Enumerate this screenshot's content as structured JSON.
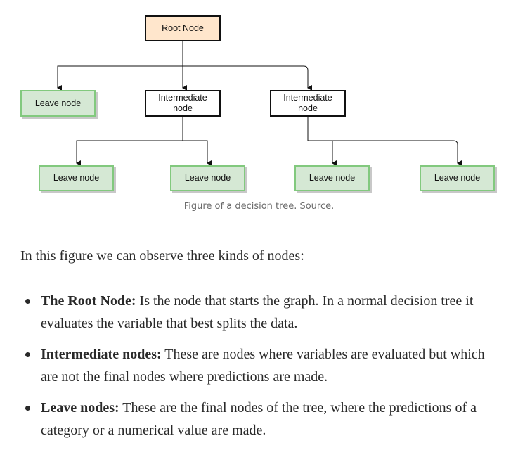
{
  "diagram": {
    "root": "Root Node",
    "intermediate_left": "Intermediate node",
    "intermediate_right": "Intermediate node",
    "leaf_top": "Leave node",
    "leaf_1": "Leave node",
    "leaf_2": "Leave node",
    "leaf_3": "Leave node",
    "leaf_4": "Leave node"
  },
  "caption": {
    "text": "Figure of a decision tree. ",
    "link": "Source",
    "end": "."
  },
  "intro": "In this figure we can observe three kinds of nodes:",
  "bullets": [
    {
      "term": "The Root Node:",
      "text": " Is the node that starts the graph. In a normal decision tree it evaluates the variable that best splits the data."
    },
    {
      "term": "Intermediate nodes:",
      "text": " These are nodes where variables are evaluated but which are not the final nodes where predictions are made."
    },
    {
      "term": "Leave nodes:",
      "text": " These are the final nodes of the tree, where the predictions of a category or a numerical value are made."
    }
  ]
}
